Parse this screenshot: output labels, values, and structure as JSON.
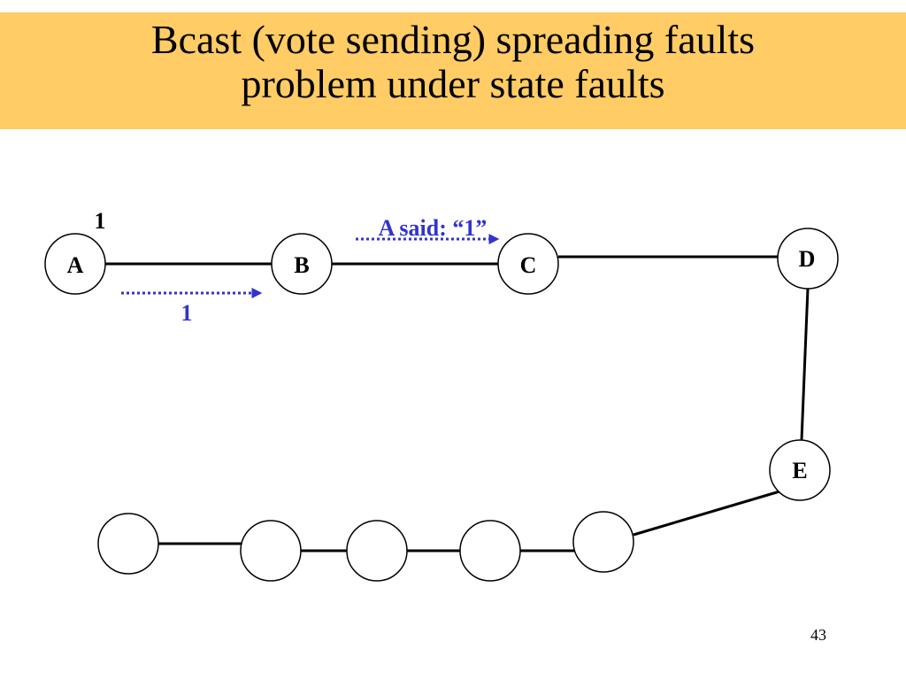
{
  "slide": {
    "title_lines": [
      "Bcast (vote sending) spreading faults",
      "problem under state faults"
    ],
    "page_number": "43"
  },
  "diagram": {
    "nodes": {
      "A": "A",
      "B": "B",
      "C": "C",
      "D": "D",
      "E": "E"
    },
    "annotations": {
      "a_value": "1",
      "msg_ab": "1",
      "msg_bc": "A said: “1”"
    },
    "colors": {
      "message": "#3333cc",
      "edge": "#000000",
      "title_band": "#ffcc66"
    }
  }
}
